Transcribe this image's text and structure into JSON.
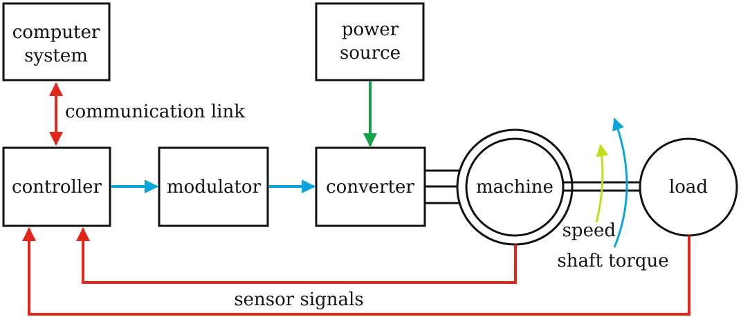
{
  "blocks": {
    "computer_system": {
      "line1": "computer",
      "line2": "system"
    },
    "power_source": {
      "line1": "power",
      "line2": "source"
    },
    "controller": "controller",
    "modulator": "modulator",
    "converter": "converter",
    "machine": "machine",
    "load": "load"
  },
  "labels": {
    "communication_link": "communication link",
    "sensor_signals": "sensor signals",
    "speed": "speed",
    "shaft_torque": "shaft torque"
  },
  "colors": {
    "communication": "#e2261c",
    "signal": "#0aa5dc",
    "power": "#12a34a",
    "feedback": "#e2261c",
    "speed": "#c5dc1a",
    "torque": "#0aa5dc"
  }
}
